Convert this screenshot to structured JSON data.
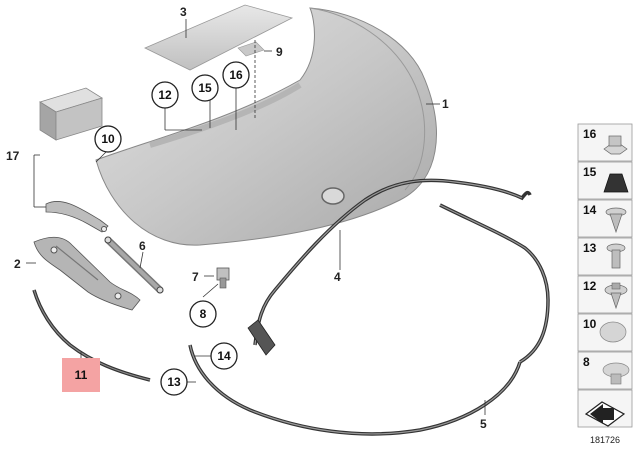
{
  "diagram": {
    "reference_number": "181726",
    "callouts": {
      "p1": "1",
      "p2": "2",
      "p3": "3",
      "p4": "4",
      "p5": "5",
      "p6": "6",
      "p7": "7",
      "p8": "8",
      "p9": "9",
      "p10": "10",
      "p11": "11",
      "p12": "12",
      "p13": "13",
      "p14": "14",
      "p15": "15",
      "p16": "16",
      "p17": "17"
    },
    "side_panel": {
      "items": [
        {
          "label": "16",
          "icon": "hex-nut-icon"
        },
        {
          "label": "15",
          "icon": "rubber-buffer-icon"
        },
        {
          "label": "14",
          "icon": "expanding-rivet-icon"
        },
        {
          "label": "13",
          "icon": "push-clip-icon"
        },
        {
          "label": "12",
          "icon": "spreader-rivet-icon"
        },
        {
          "label": "10",
          "icon": "round-plug-icon"
        },
        {
          "label": "8",
          "icon": "mushroom-plug-icon"
        }
      ],
      "nav_icon": "arrow-navigation-icon"
    },
    "colors": {
      "highlight": "#f4a3a3",
      "part_grey": "#c4c4c4",
      "outline": "#333333"
    }
  }
}
